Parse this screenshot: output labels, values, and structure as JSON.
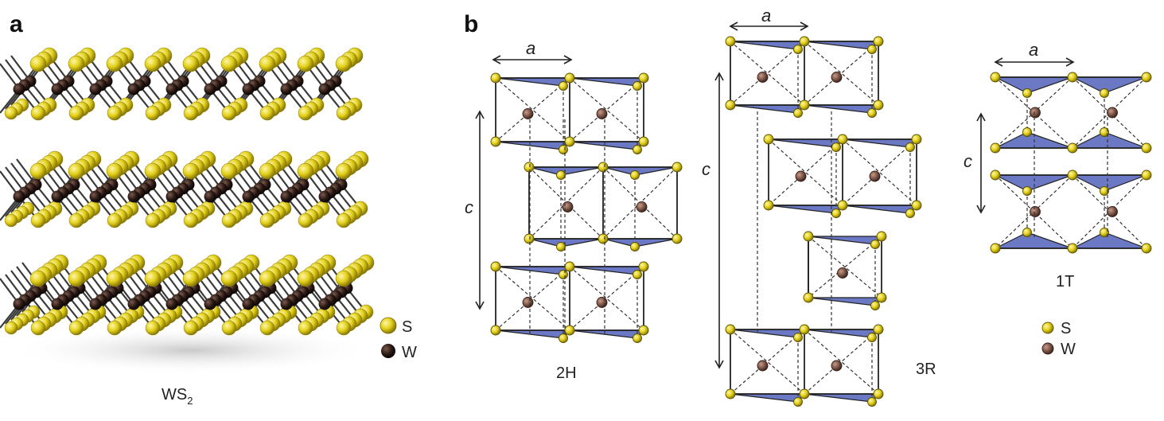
{
  "panels": {
    "a": {
      "label": "a",
      "caption_main": "WS",
      "caption_sub": "2"
    },
    "b": {
      "label": "b"
    }
  },
  "legend_a": {
    "s_label": "S",
    "w_label": "W"
  },
  "legend_b": {
    "s_label": "S",
    "w_label": "W"
  },
  "polytypes": [
    {
      "name": "2H",
      "a_label": "a",
      "c_label": "c"
    },
    {
      "name": "3R",
      "a_label": "a",
      "c_label": "c"
    },
    {
      "name": "1T",
      "a_label": "a",
      "c_label": "c"
    }
  ],
  "colors": {
    "sulfur": "#e2cf1a",
    "tungsten_a": "#2b1a14",
    "tungsten_b": "#7a5446",
    "triangle_fill": "#6b79c4"
  }
}
